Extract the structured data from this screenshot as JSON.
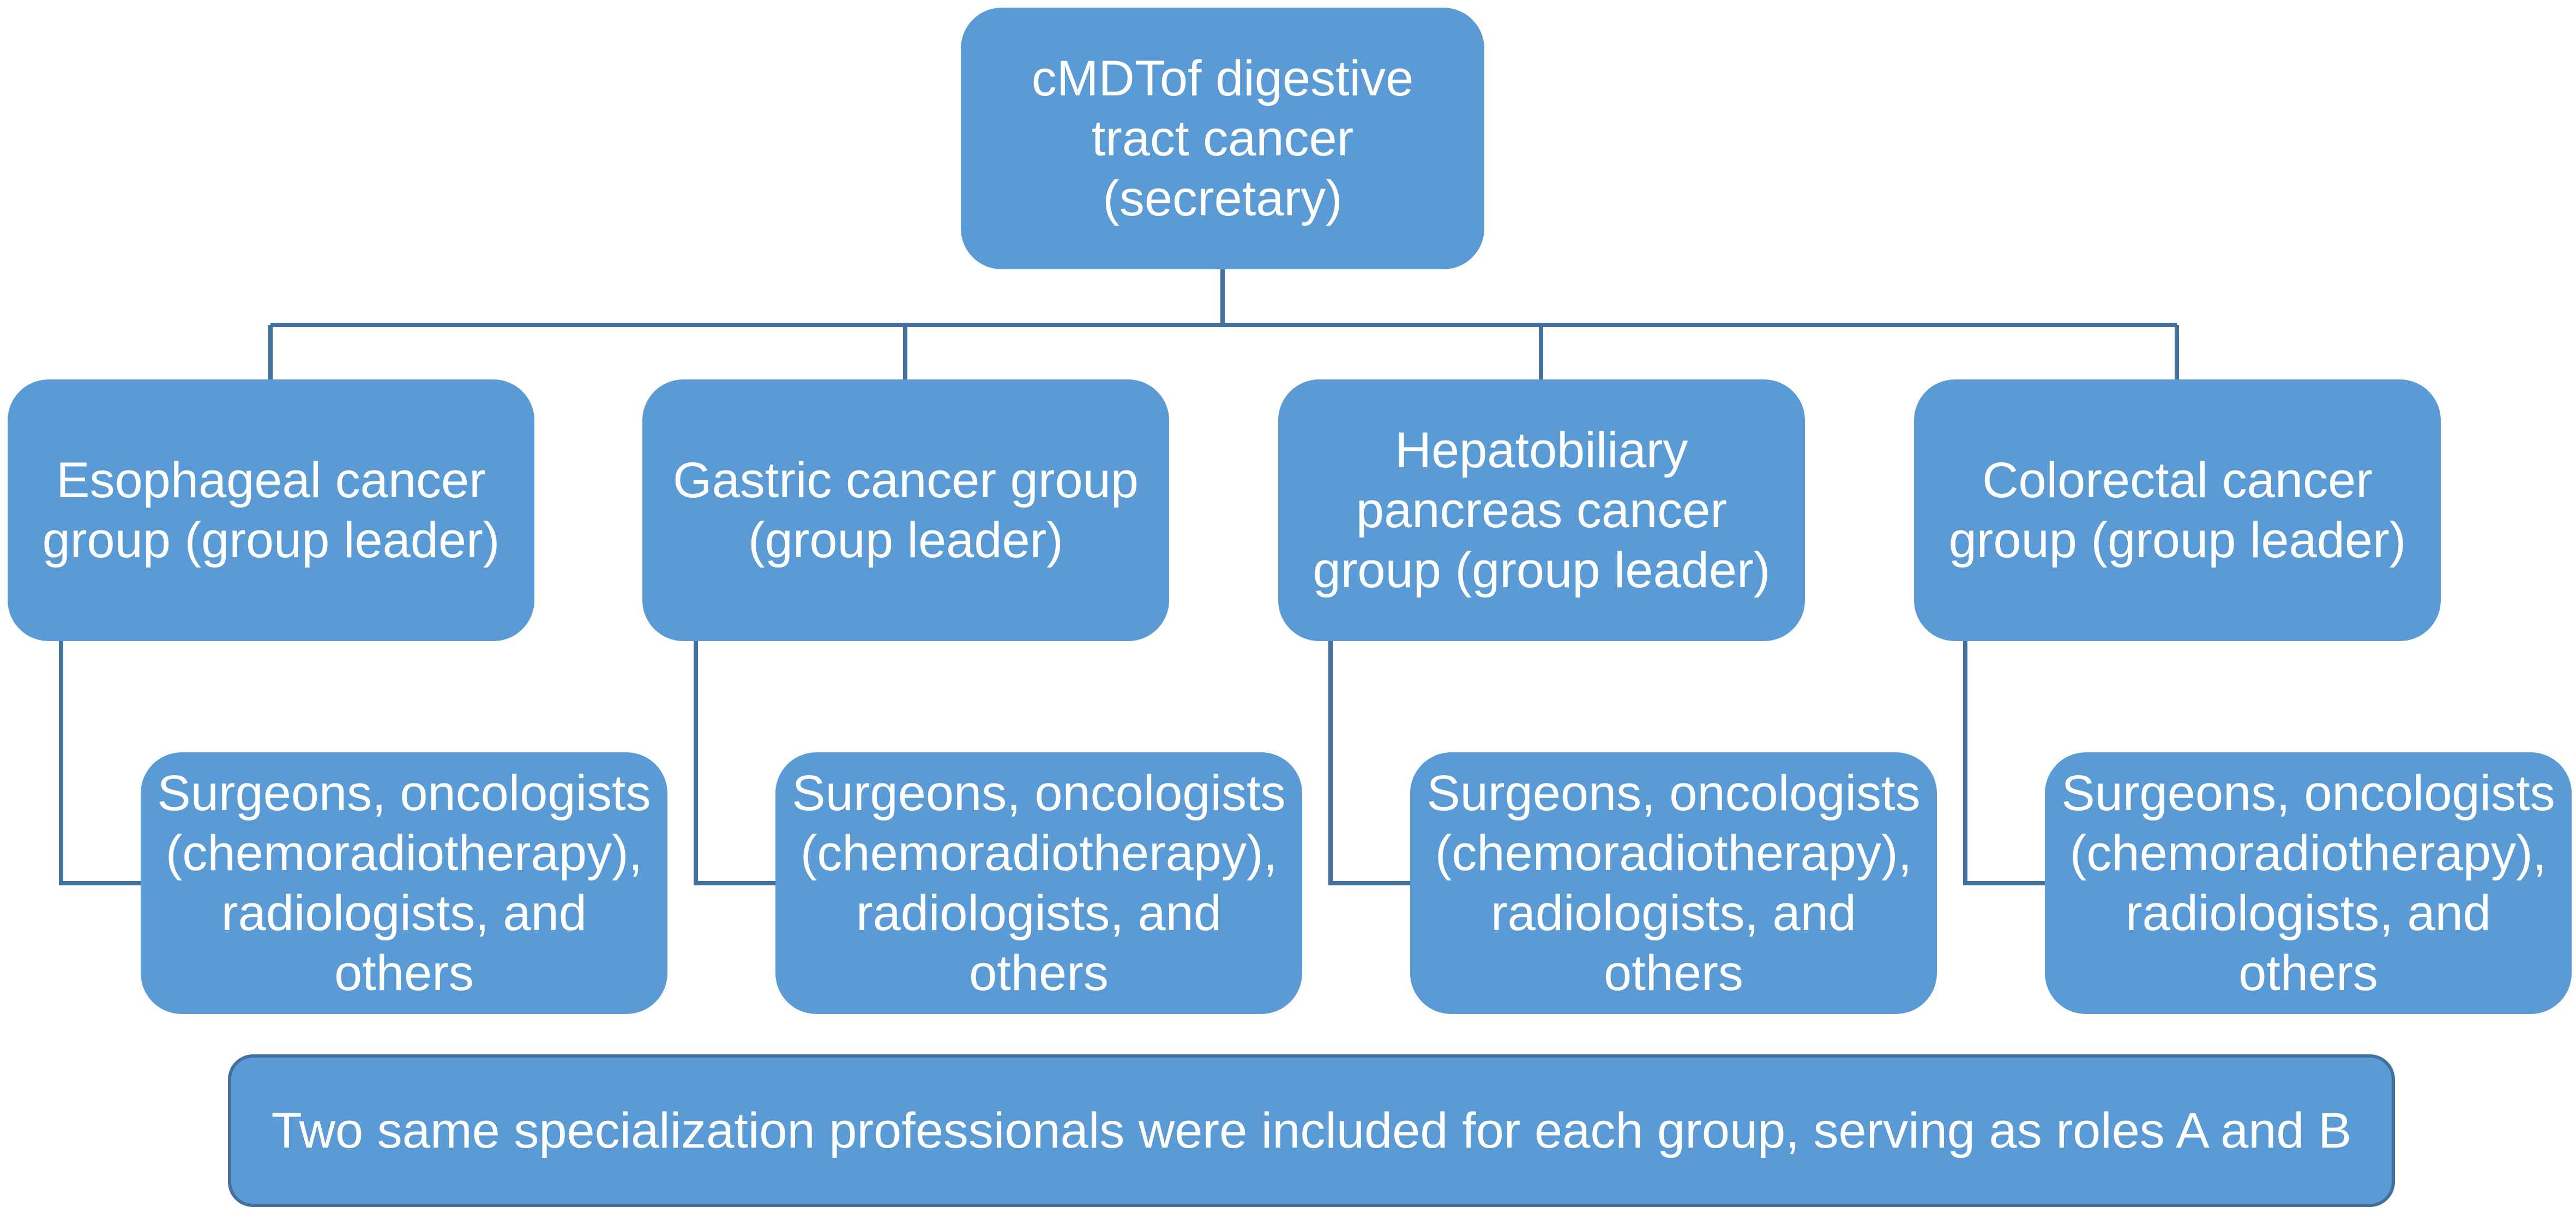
{
  "diagram": {
    "root": {
      "label": "cMDTof digestive\ntract cancer\n(secretary)"
    },
    "groups": [
      {
        "label": "Esophageal cancer\ngroup (group leader)",
        "members": "Surgeons, oncologists\n(chemoradiotherapy),\nradiologists, and\nothers"
      },
      {
        "label": "Gastric cancer group\n(group leader)",
        "members": "Surgeons, oncologists\n(chemoradiotherapy),\nradiologists, and\nothers"
      },
      {
        "label": "Hepatobiliary\npancreas cancer\ngroup (group leader)",
        "members": "Surgeons, oncologists\n(chemoradiotherapy),\nradiologists, and\nothers"
      },
      {
        "label": "Colorectal cancer\ngroup (group leader)",
        "members": "Surgeons, oncologists\n(chemoradiotherapy),\nradiologists, and\nothers"
      }
    ],
    "note": "Two same specialization professionals were included for each group, serving as roles A and B",
    "colors": {
      "box_fill": "#5b9bd5",
      "line": "#41719c",
      "text": "#ffffff"
    }
  }
}
